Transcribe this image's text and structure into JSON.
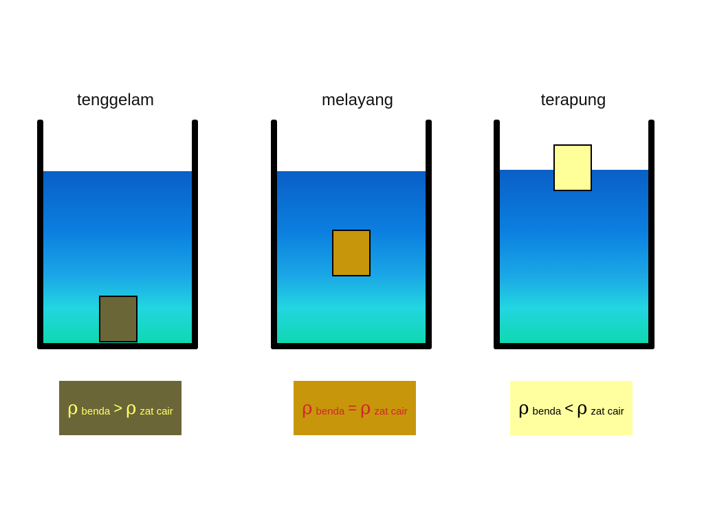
{
  "panels": [
    {
      "title": "tenggelam",
      "block_color": "#6b6638",
      "formula": {
        "rho_left": "ρ",
        "subject": "benda",
        "operator": ">",
        "rho_right": "ρ",
        "medium": "zat cair",
        "box_color": "#6b6638",
        "text_color": "#ffff66"
      }
    },
    {
      "title": "melayang",
      "block_color": "#c8960a",
      "formula": {
        "rho_left": "ρ",
        "subject": "benda",
        "operator": "=",
        "rho_right": "ρ",
        "medium": "zat cair",
        "box_color": "#c8960a",
        "text_color": "#d0262e"
      }
    },
    {
      "title": "terapung",
      "block_color": "#ffff99",
      "formula": {
        "rho_left": "ρ",
        "subject": "benda",
        "operator": "<",
        "rho_right": "ρ",
        "medium": "zat cair",
        "box_color": "#ffffa0",
        "text_color": "#000000"
      }
    }
  ],
  "colors": {
    "water_top": "#0a5fc6",
    "water_bottom": "#0fd8b0",
    "beaker_outline": "#000000"
  }
}
